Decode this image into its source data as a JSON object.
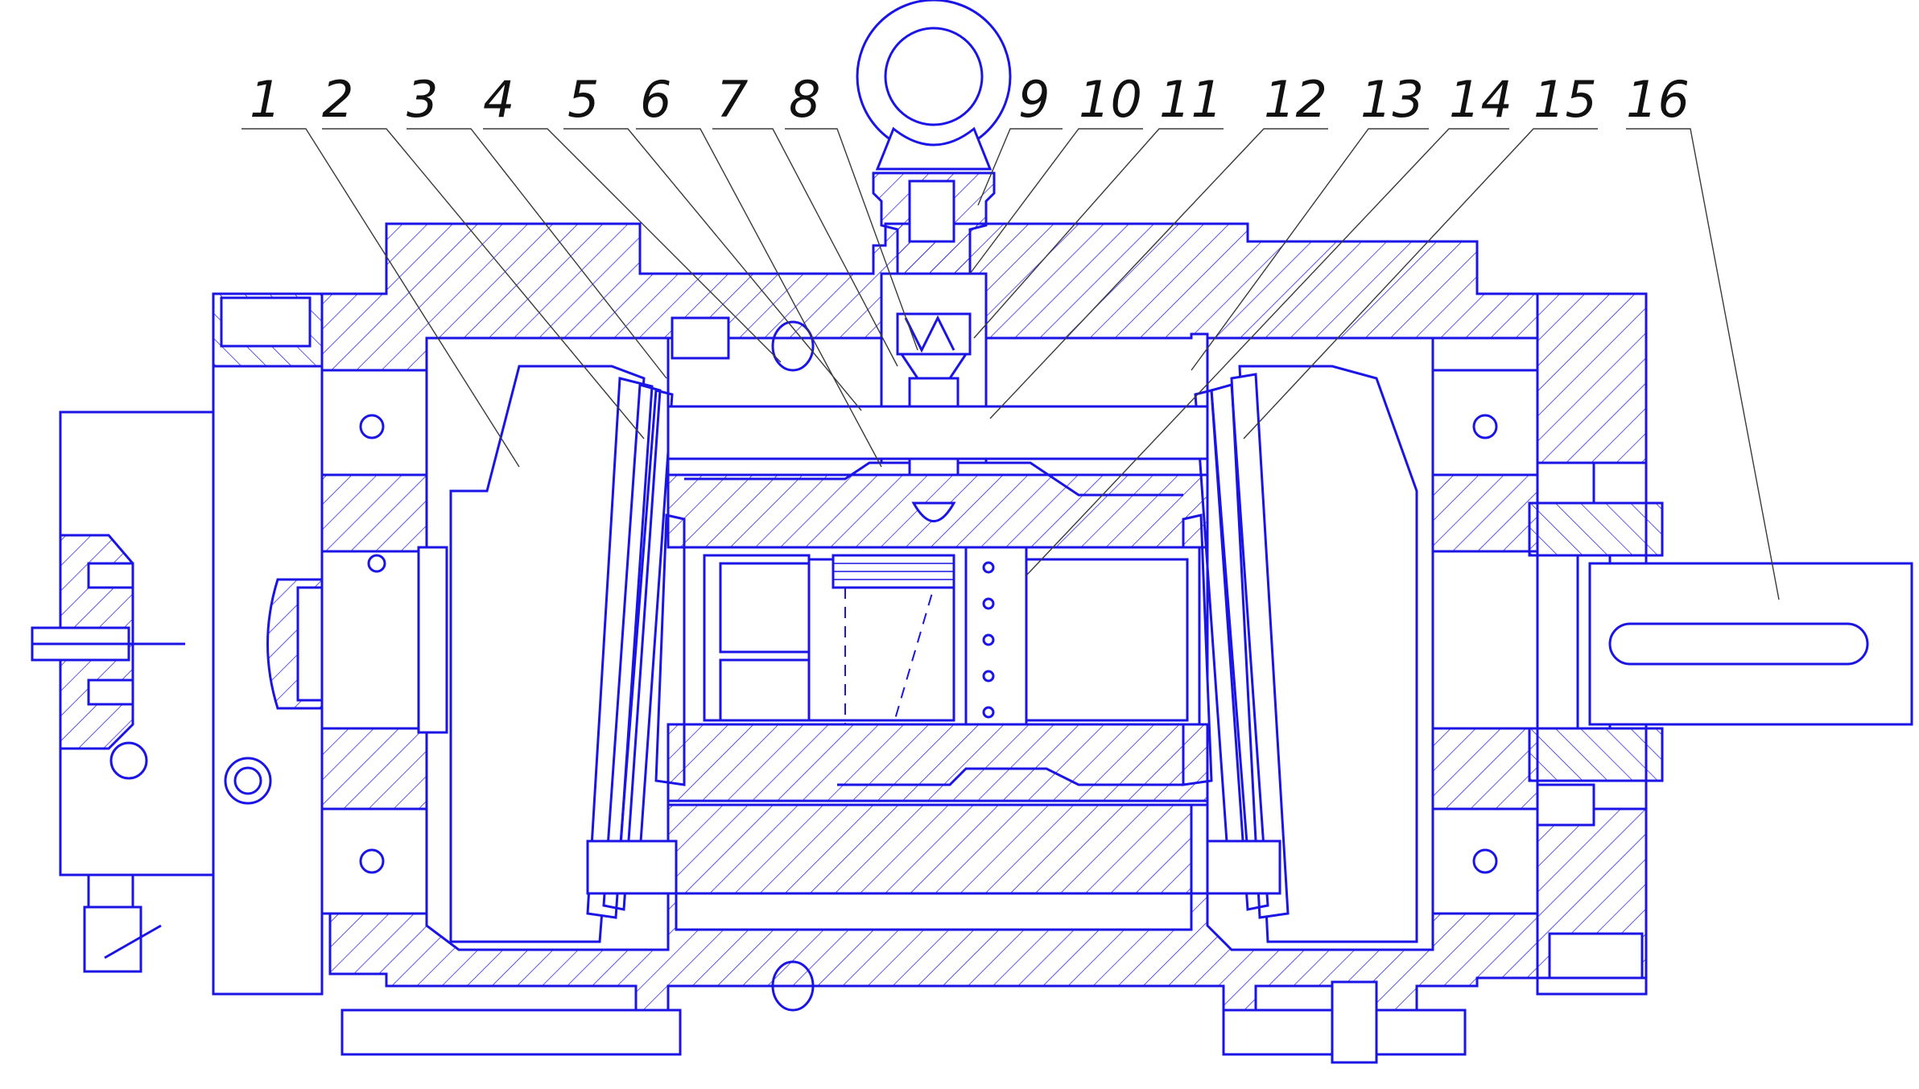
{
  "drawing": {
    "line_color": "#1a14e6",
    "leader_color": "#3a3a3a",
    "background": "#ffffff",
    "callouts": [
      "1",
      "2",
      "3",
      "4",
      "5",
      "6",
      "7",
      "8",
      "9",
      "10",
      "11",
      "12",
      "13",
      "14",
      "15",
      "16"
    ]
  }
}
